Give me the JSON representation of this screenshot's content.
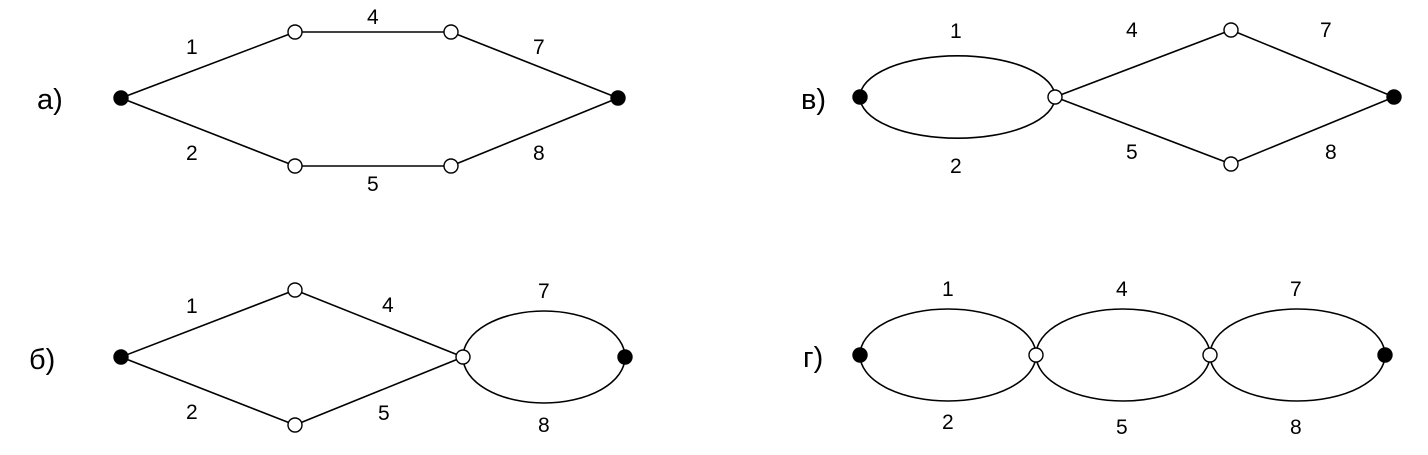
{
  "panels": {
    "a": {
      "label": "а)",
      "edges": {
        "e1": "1",
        "e2": "2",
        "e4": "4",
        "e5": "5",
        "e7": "7",
        "e8": "8"
      }
    },
    "b": {
      "label": "б)",
      "edges": {
        "e1": "1",
        "e2": "2",
        "e4": "4",
        "e5": "5",
        "e7": "7",
        "e8": "8"
      }
    },
    "v": {
      "label": "в)",
      "edges": {
        "e1": "1",
        "e2": "2",
        "e4": "4",
        "e5": "5",
        "e7": "7",
        "e8": "8"
      }
    },
    "g": {
      "label": "г)",
      "edges": {
        "e1": "1",
        "e2": "2",
        "e4": "4",
        "e5": "5",
        "e7": "7",
        "e8": "8"
      }
    }
  },
  "colors": {
    "line": "#000000",
    "terminal_node": "#000000",
    "inner_node": "#ffffff",
    "background": "#ffffff"
  }
}
